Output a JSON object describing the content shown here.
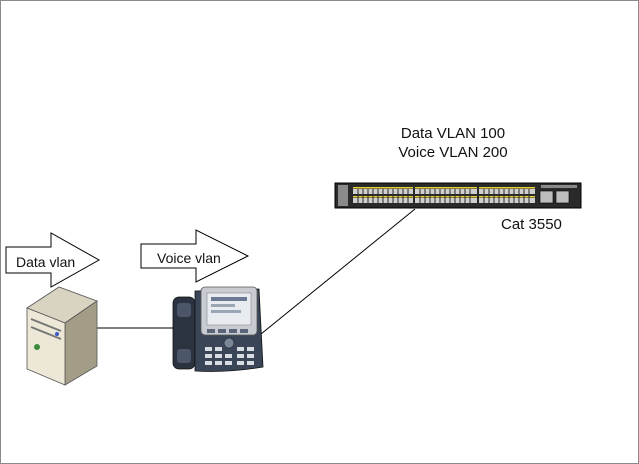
{
  "labels": {
    "data_arrow": "Data vlan",
    "voice_arrow": "Voice vlan",
    "switch_line1": "Data VLAN 100",
    "switch_line2": "Voice VLAN 200",
    "switch_name": "Cat 3550"
  },
  "icons": {
    "server": "server-icon",
    "phone": "ip-phone-icon",
    "switch": "network-switch-icon"
  },
  "colors": {
    "outline": "#000000",
    "switch_body": "#2a2a2a",
    "port_accent": "#e8d23a",
    "phone_body": "#2f3a4a"
  }
}
